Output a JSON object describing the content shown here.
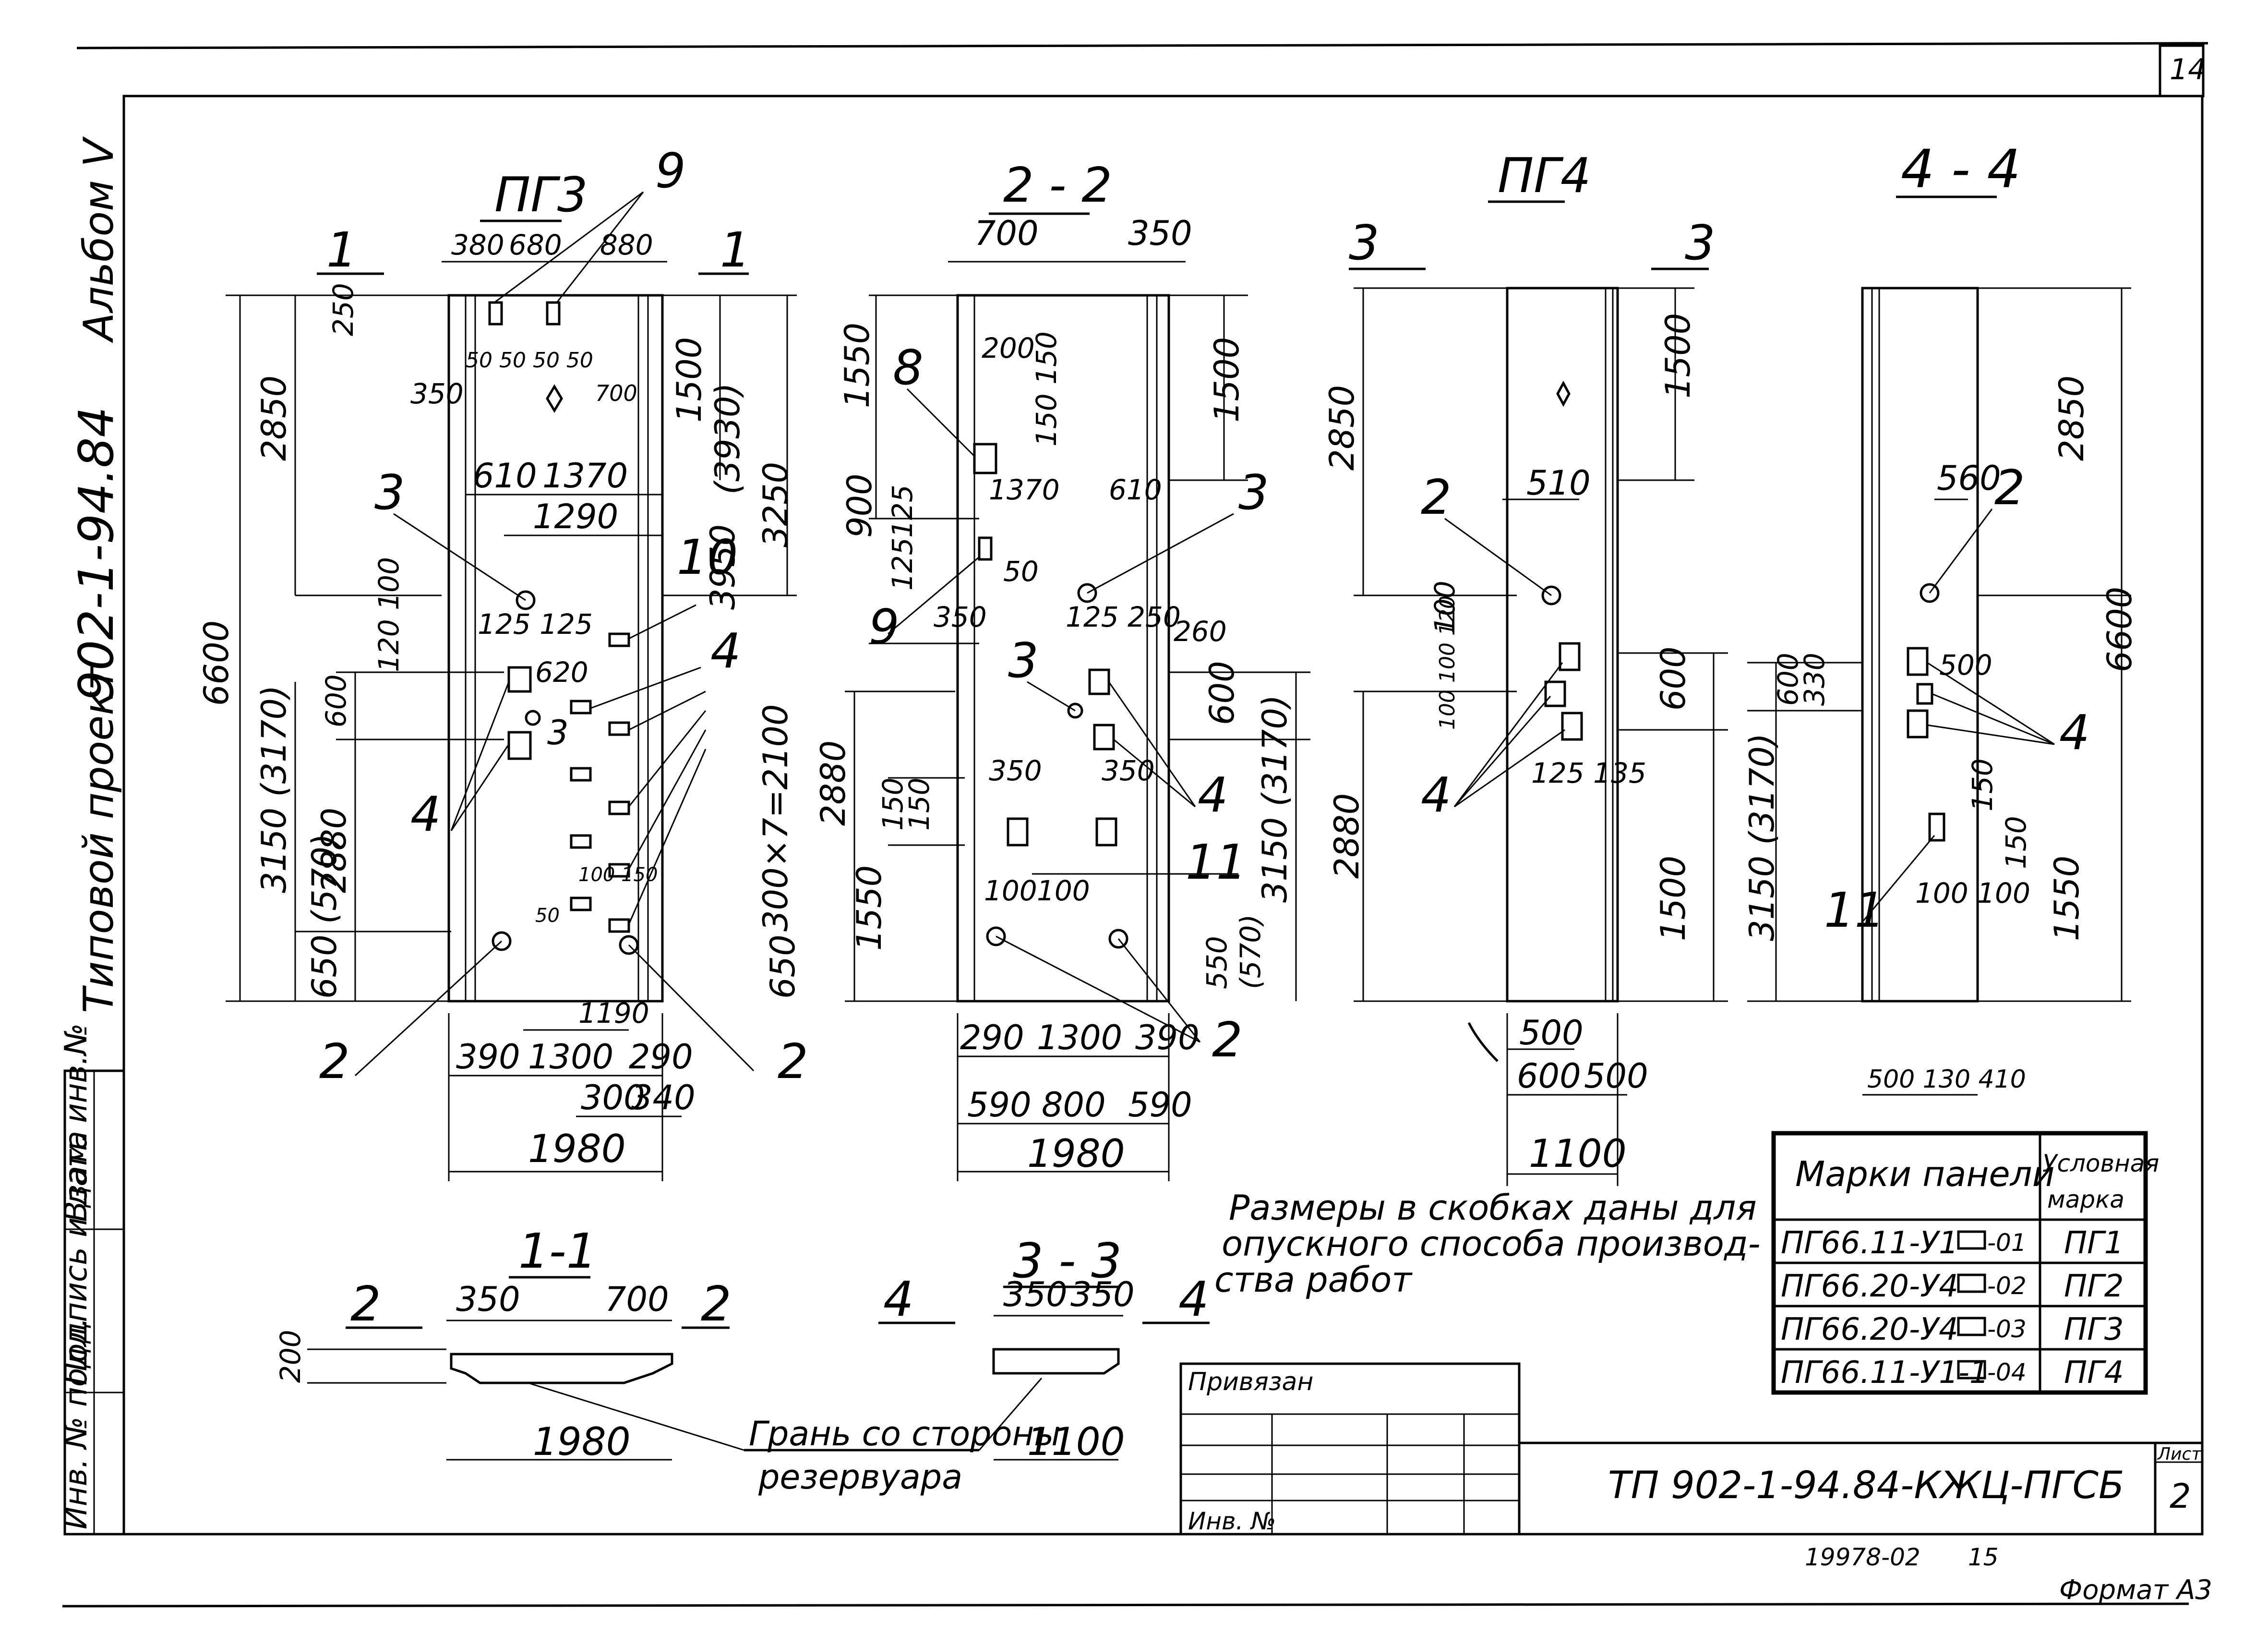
{
  "sheet": {
    "page_number": "14"
  },
  "side_title": {
    "label": "Типовой проект",
    "code": "902-1-94.84",
    "album": "Альбом V"
  },
  "side_stamp": {
    "cells": [
      "Взам. инв.№",
      "Подпись и дата",
      "Инв. № подл."
    ]
  },
  "views": [
    {
      "title": "ПГ3",
      "section_marks": [
        "1",
        "1"
      ],
      "callouts": [
        "9",
        "3",
        "4",
        "10",
        "4",
        "3",
        "2",
        "2"
      ],
      "dims": {
        "height": "6600",
        "upper": "2850",
        "middle": "3150 (3170)",
        "lower": "2880",
        "bottom": "650 (570)",
        "d600": "600",
        "d250": "250",
        "d120_100": "120 100",
        "t380": "380",
        "t680": "680",
        "t880": "880",
        "t50": "50 50 50 50",
        "d350": "350",
        "d700": "700",
        "d610": "610",
        "d1370": "1370",
        "d1290": "1290",
        "r1500": "1500",
        "r3930": "(3930)",
        "r3950": "3950",
        "r3250": "3250",
        "r300x7": "300×7=2100",
        "r650": "650",
        "d125": "125 125",
        "d620": "620",
        "d100_150": "100 150",
        "d50": "50",
        "b1190": "1190",
        "b390": "390",
        "b1300": "1300",
        "b290": "290",
        "b300": "300",
        "b340": "340",
        "b1980": "1980"
      }
    },
    {
      "title": "2 - 2",
      "callouts": [
        "8",
        "3",
        "9",
        "3",
        "4",
        "11",
        "2"
      ],
      "dims": {
        "t700": "700",
        "t350": "350",
        "l1550a": "1550",
        "l900": "900",
        "l125a": "125",
        "l125b": "125",
        "l2880": "2880",
        "l150a": "150",
        "l150b": "150",
        "l1550b": "1550",
        "r1500": "1500",
        "r600": "600",
        "r3150": "3150 (3170)",
        "r550": "550",
        "r570": "(570)",
        "i200": "200",
        "i1370": "1370",
        "i610": "610",
        "i150": "150 150",
        "i50": "50",
        "i350": "350",
        "i125": "125 250",
        "i260": "260",
        "i350a": "350",
        "i350b": "350",
        "i100a": "100",
        "i100b": "100",
        "b290": "290",
        "b1300": "1300",
        "b390": "390",
        "b590a": "590",
        "b800": "800",
        "b590b": "590",
        "b1980": "1980"
      }
    },
    {
      "title": "ПГ4",
      "section_marks": [
        "3",
        "3"
      ],
      "callouts": [
        "2",
        "4"
      ],
      "dims": {
        "l2850": "2850",
        "l2880": "2880",
        "l100a": "100",
        "l100b": "100 100 120",
        "r1500a": "1500",
        "r600": "600",
        "r1500b": "1500",
        "d510": "510",
        "d125": "125 135",
        "b500a": "500",
        "b600": "600",
        "b500b": "500",
        "b1100": "1100"
      }
    },
    {
      "title": "4 - 4",
      "callouts": [
        "2",
        "4",
        "11"
      ],
      "dims": {
        "r2850": "2850",
        "r6600": "6600",
        "r1550": "1550",
        "l600": "600",
        "l330": "330",
        "l3150": "3150 (3170)",
        "d560": "560",
        "d500": "500",
        "d150a": "150",
        "d150b": "150",
        "d100": "100 100",
        "b500_130_410": "500 130 410"
      }
    },
    {
      "title": "1-1",
      "marks": [
        "2",
        "2"
      ],
      "dims": {
        "d350": "350",
        "d700": "700",
        "d200": "200",
        "d1980": "1980"
      }
    },
    {
      "title": "3 - 3",
      "marks": [
        "4",
        "4"
      ],
      "dims": {
        "d350a": "350",
        "d350b": "350",
        "d1100": "1100"
      }
    }
  ],
  "notes": {
    "lines": [
      "Размеры в скобках даны для",
      "опускного способа производ-",
      "ства работ"
    ],
    "reservoir_face": [
      "Грань со стороны",
      "резервуара"
    ]
  },
  "table": {
    "headers": [
      "Марки панели",
      "Условная",
      "марка"
    ],
    "rows": [
      {
        "mark": "ПГ66.11-У1",
        "suffix": "-01",
        "code": "ПГ1"
      },
      {
        "mark": "ПГ66.20-У4",
        "suffix": "-02",
        "code": "ПГ2"
      },
      {
        "mark": "ПГ66.20-У4",
        "suffix": "-03",
        "code": "ПГ3"
      },
      {
        "mark": "ПГ66.11-У1-1",
        "suffix": "-04",
        "code": "ПГ4"
      }
    ]
  },
  "title_block": {
    "attached_label": "Привязан",
    "inv_label": "Инв. №",
    "code": "ТП 902-1-94.84-КЖЦ-ПГСБ",
    "sheet_label": "Лист",
    "sheet_number": "2",
    "archive_no": "19978-02",
    "archive_page": "15",
    "format": "Формат А3"
  }
}
